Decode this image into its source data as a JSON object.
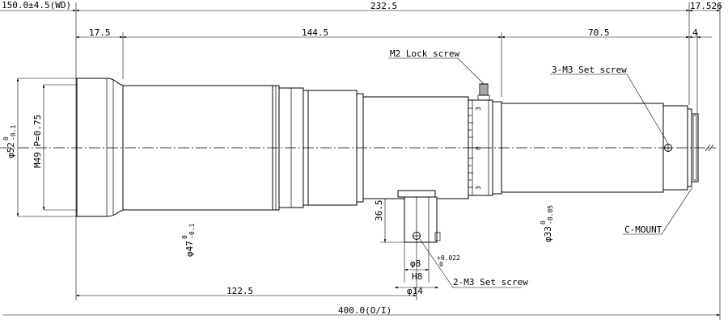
{
  "drawing": {
    "dimensions": {
      "working_distance": "150.0±4.5(WD)",
      "length_overall_body": "232.5",
      "back_focus": "17.526",
      "front_section": "17.5",
      "middle_section": "144.5",
      "rear_section": "70.5",
      "mount_length": "4",
      "mount_offset": "122.5",
      "total_length": "400.0(O/I)",
      "height_36_5": "36.5",
      "dia_52_main": "φ52",
      "dia_52_tol_upper": "0",
      "dia_52_tol_lower": "-0.1",
      "thread": "M49 P=0.75",
      "dia_47_main": "φ47",
      "dia_47_tol_upper": "0",
      "dia_47_tol_lower": "-0.1",
      "dia_33_main": "φ33",
      "dia_33_tol_upper": "0",
      "dia_33_tol_lower": "-0.05",
      "dia_8": "φ8",
      "fit_h8": "H8",
      "tol_8_upper": "+0.022",
      "tol_8_lower": "0",
      "dia_14": "φ14"
    },
    "callouts": {
      "lock_screw": "M2 Lock screw",
      "set_screw_3": "3-M3 Set screw",
      "set_screw_2": "2-M3 Set screw",
      "mount": "C-MOUNT"
    },
    "scale_marks": {
      "top": "3",
      "zero": "0",
      "bottom": "3"
    }
  }
}
